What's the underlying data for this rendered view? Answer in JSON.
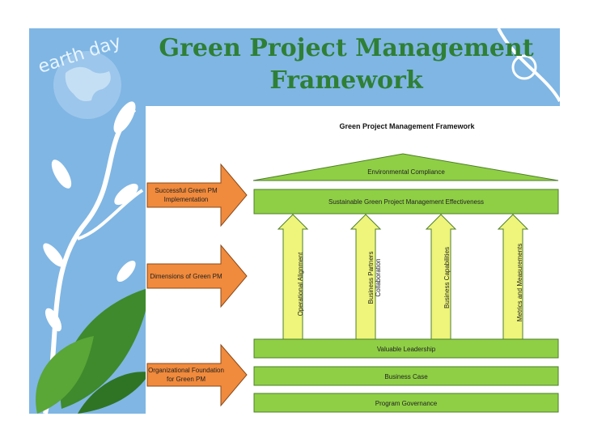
{
  "slide": {
    "title_line1": "Green Project Management",
    "title_line2": "Framework",
    "logo_text": "earth day"
  },
  "diagram": {
    "heading": "Green Project Management Framework",
    "roof": "Environmental Compliance",
    "top_bar": "Sustainable Green Project Management Effectiveness",
    "pillars": [
      {
        "line1": "Operational Alignment",
        "line2": ""
      },
      {
        "line1": "Business Partners",
        "line2": "Collaboration"
      },
      {
        "line1": "Business Capabilities",
        "line2": ""
      },
      {
        "line1": "Metrics and Measurements",
        "line2": ""
      }
    ],
    "foundation": [
      "Valuable Leadership",
      "Business Case",
      "Program Governance"
    ],
    "side_arrows": [
      {
        "line1": "Successful Green PM",
        "line2": "Implementation"
      },
      {
        "line1": "Dimensions of Green PM",
        "line2": ""
      },
      {
        "line1": "Organizational Foundation",
        "line2": "for Green PM"
      }
    ]
  },
  "colors": {
    "title": "#2f7f35",
    "sky": "#7fb6e4",
    "bar_fill": "#8fcf45",
    "arrow_fill": "#f08a3c",
    "pillar_fill": "#eef57a"
  }
}
